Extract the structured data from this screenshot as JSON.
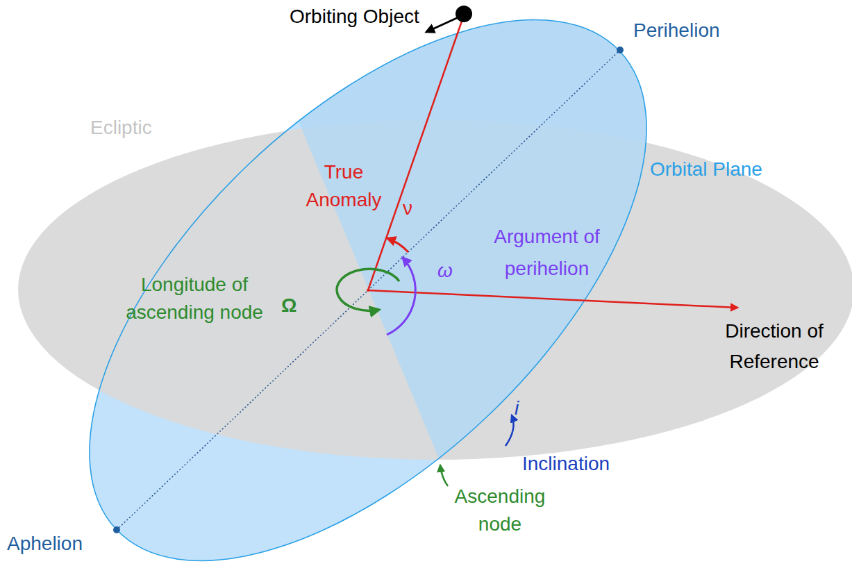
{
  "diagram": {
    "labels": [
      "Orbiting Object",
      "Perihelion",
      "Ecliptic",
      "True Anomaly",
      "ν",
      "Argument of perihelion",
      "ω",
      "Longitude of ascending node",
      "Ω",
      "Orbital Plane",
      "Direction of Reference",
      "i",
      "Inclination",
      "Ascending node",
      "Aphelion"
    ]
  }
}
